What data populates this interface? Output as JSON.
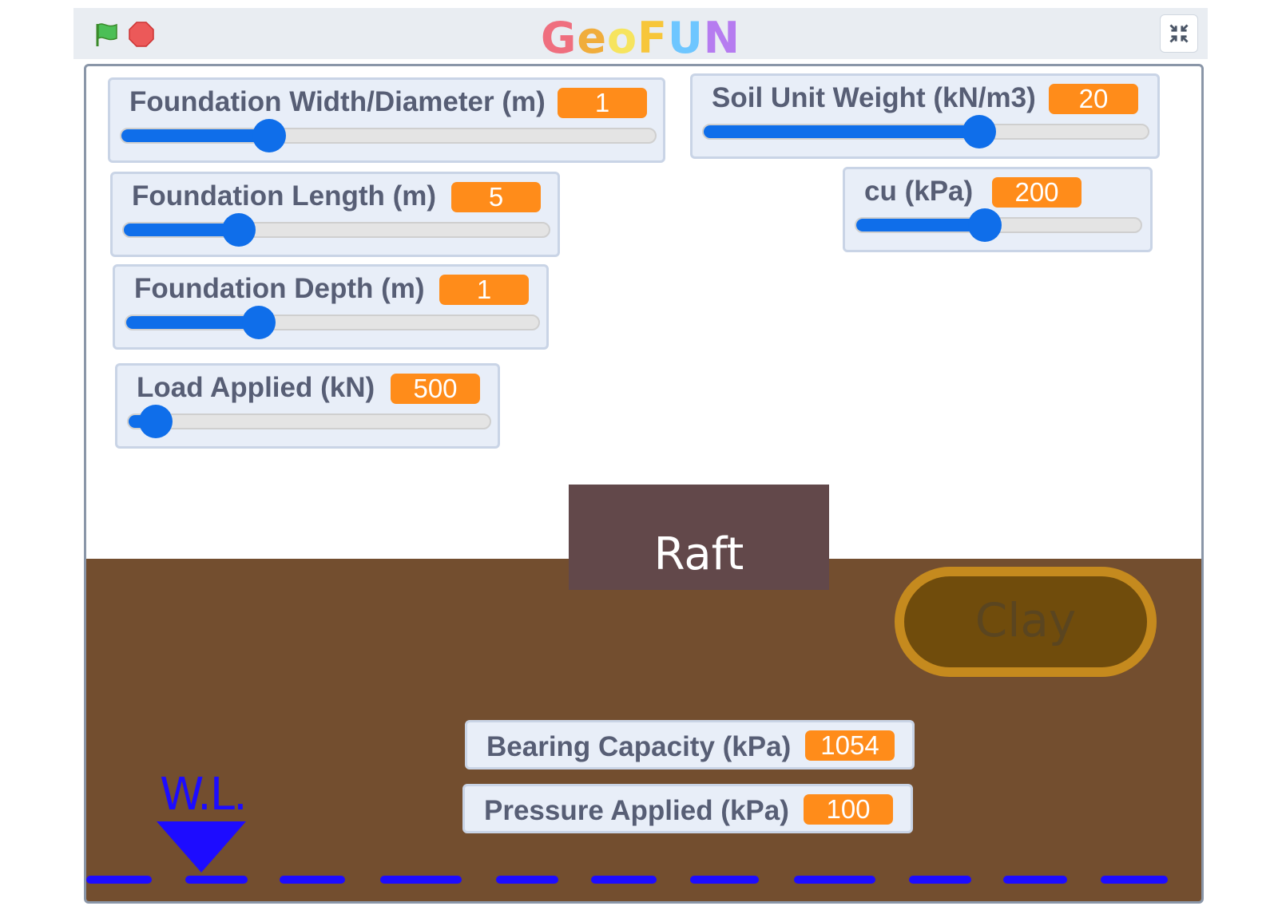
{
  "app": {
    "logo_letters": [
      "G",
      "e",
      "o",
      "F",
      "U",
      "N"
    ],
    "logo_colors": [
      "#ef6f7f",
      "#f0ad3c",
      "#f6e45e",
      "#f7c63a",
      "#6ec6ff",
      "#b67cf0"
    ]
  },
  "controls": {
    "width": {
      "label": "Foundation Width/Diameter (m)",
      "value": "1",
      "level": 0.26
    },
    "length": {
      "label": "Foundation Length (m)",
      "value": "5",
      "level": 0.25
    },
    "depth": {
      "label": "Foundation Depth (m)",
      "value": "1",
      "level": 0.3
    },
    "load": {
      "label": "Load Applied (kN)",
      "value": "500",
      "level": 0.05
    },
    "unit_weight": {
      "label": "Soil Unit Weight (kN/m3)",
      "value": "20",
      "level": 0.6
    },
    "cu": {
      "label": "cu (kPa)",
      "value": "200",
      "level": 0.42
    }
  },
  "scene": {
    "foundation_label": "Raft",
    "soil_button": "Clay",
    "water_level_label": "W.L."
  },
  "results": {
    "bearing": {
      "label": "Bearing Capacity (kPa)",
      "value": "1054"
    },
    "pressure": {
      "label": "Pressure Applied (kPa)",
      "value": "100"
    }
  },
  "colors": {
    "accent": "#ff8c1a",
    "slider": "#0f6eea",
    "soil": "#734e2f",
    "water": "#1d0cff"
  },
  "icons": [
    "green-flag-icon",
    "stop-icon",
    "exit-fullscreen-icon",
    "water-level-triangle-icon"
  ]
}
